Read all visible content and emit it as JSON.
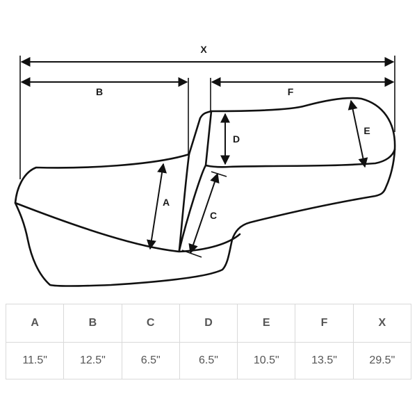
{
  "diagram": {
    "labels": {
      "x": "X",
      "b": "B",
      "f": "F",
      "d": "D",
      "e": "E",
      "a": "A",
      "c": "C"
    }
  },
  "table": {
    "headers": [
      "A",
      "B",
      "C",
      "D",
      "E",
      "F",
      "X"
    ],
    "values": [
      "11.5\"",
      "12.5\"",
      "6.5\"",
      "6.5\"",
      "10.5\"",
      "13.5\"",
      "29.5\""
    ]
  },
  "colors": {
    "line": "#111111",
    "grid": "#d9d9d9",
    "table_text": "#555555"
  }
}
